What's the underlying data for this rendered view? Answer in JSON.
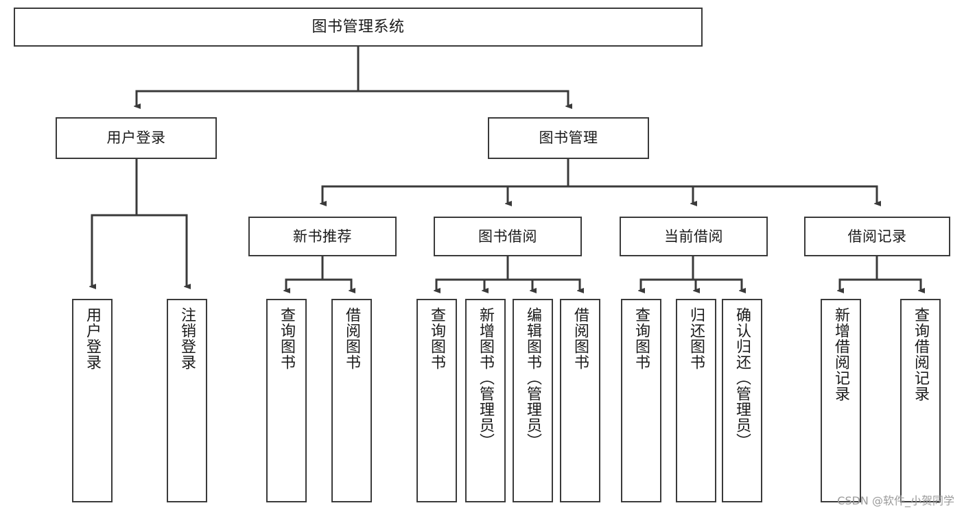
{
  "diagram": {
    "title": "图书管理系统",
    "type": "tree",
    "orientation": "top-down",
    "watermark": "CSDN @软件_小贺同学",
    "colors": {
      "background": "#ffffff",
      "node_border": "#3a3a3a",
      "node_fill": "#ffffff",
      "edge": "#3a3a3a",
      "text": "#1a1a1a",
      "watermark": "#9a9a9a"
    },
    "nodes": {
      "root": {
        "label": "图书管理系统"
      },
      "level2": [
        {
          "id": "user-login",
          "label": "用户登录"
        },
        {
          "id": "book-management",
          "label": "图书管理"
        }
      ],
      "level3": [
        {
          "id": "new-book-recommend",
          "label": "新书推荐"
        },
        {
          "id": "book-borrow",
          "label": "图书借阅"
        },
        {
          "id": "current-borrow",
          "label": "当前借阅"
        },
        {
          "id": "borrow-record",
          "label": "借阅记录"
        }
      ],
      "leaves": {
        "user_login": [
          {
            "id": "leaf-user-login",
            "label": "用户登录"
          },
          {
            "id": "leaf-logout-login",
            "label": "注销登录"
          }
        ],
        "new_book_recommend": [
          {
            "id": "leaf-query-book-1",
            "label": "查询图书"
          },
          {
            "id": "leaf-borrow-book-1",
            "label": "借阅图书"
          }
        ],
        "book_borrow": [
          {
            "id": "leaf-query-book-2",
            "label": "查询图书"
          },
          {
            "id": "leaf-add-book",
            "label": "新增图书（管理员）"
          },
          {
            "id": "leaf-edit-book",
            "label": "编辑图书（管理员）"
          },
          {
            "id": "leaf-borrow-book-2",
            "label": "借阅图书"
          }
        ],
        "current_borrow": [
          {
            "id": "leaf-query-book-3",
            "label": "查询图书"
          },
          {
            "id": "leaf-return-book",
            "label": "归还图书"
          },
          {
            "id": "leaf-confirm-return",
            "label": "确认归还（管理员）"
          }
        ],
        "borrow_record": [
          {
            "id": "leaf-add-borrow-record",
            "label": "新增借阅记录"
          },
          {
            "id": "leaf-query-borrow-record",
            "label": "查询借阅记录"
          }
        ]
      }
    }
  }
}
